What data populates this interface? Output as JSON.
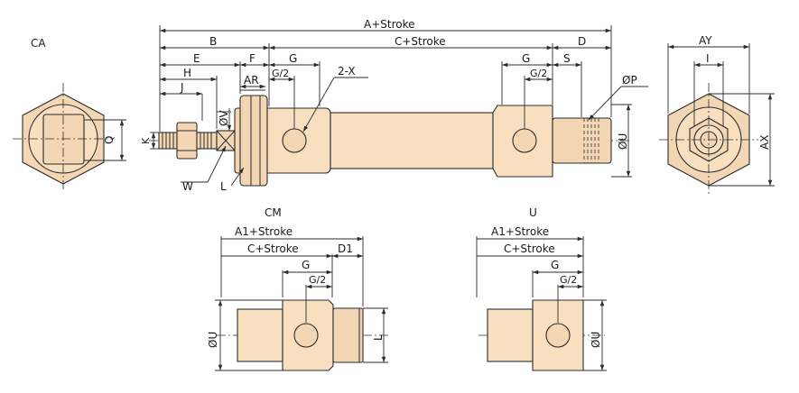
{
  "views": {
    "ca": "CA",
    "cm": "CM",
    "u": "U"
  },
  "main": {
    "a_stroke": "A+Stroke",
    "b": "B",
    "c_stroke": "C+Stroke",
    "d": "D",
    "e": "E",
    "f": "F",
    "g": "G",
    "g_half": "G/2",
    "two_x": "2-X",
    "g_rear": "G",
    "g_half_rear": "G/2",
    "s": "S",
    "h": "H",
    "ar": "AR",
    "j": "J",
    "phi_p": "ØP",
    "phi_v": "ØV",
    "k": "K",
    "phi_u": "ØU",
    "w": "W",
    "l": "L"
  },
  "ca_view": {
    "q": "Q"
  },
  "end_view": {
    "ay": "AY",
    "i": "I",
    "ax": "AX"
  },
  "cm_view": {
    "a1_stroke": "A1+Stroke",
    "c_stroke": "C+Stroke",
    "d1": "D1",
    "g": "G",
    "g_half": "G/2",
    "phi_u": "ØU",
    "l": "L"
  },
  "u_view": {
    "a1_stroke": "A1+Stroke",
    "c_stroke": "C+Stroke",
    "g": "G",
    "g_half": "G/2",
    "phi_u": "ØU"
  }
}
